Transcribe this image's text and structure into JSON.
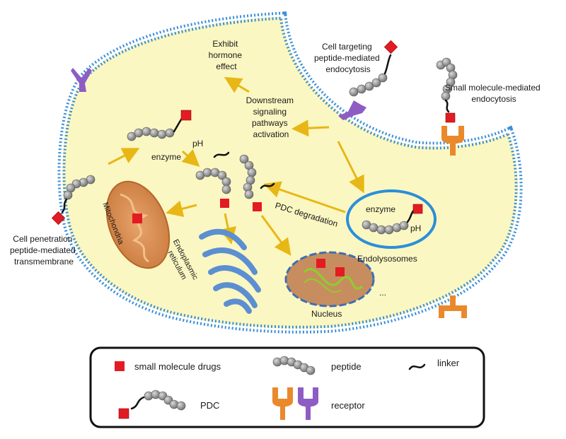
{
  "labels": {
    "hormone_effect": [
      "Exhibit",
      "hormone",
      "effect"
    ],
    "downstream": [
      "Downstream",
      "signaling",
      "pathways",
      "activation"
    ],
    "cell_targeting": [
      "Cell targeting",
      "peptide-mediated",
      "endocytosis"
    ],
    "small_molecule_endocytosis": [
      "Small molecule-mediated",
      "endocytosis"
    ],
    "enzyme_top": "enzyme",
    "ph_top": "pH",
    "pdc_degradation": "PDC degradation",
    "enzyme_endo": "enzyme",
    "ph_endo": "pH",
    "endolysosomes": "Endolysosomes",
    "cell_penetration": [
      "Cell penetration",
      "peptide-mediated",
      "transmembrane"
    ],
    "mitochondria": "Mitochondria",
    "er": [
      "Endoplasmic",
      "reticulum"
    ],
    "nucleus": "Nucleus",
    "ellipsis": "..."
  },
  "legend": {
    "small_molecule_drugs": "small molecule drugs",
    "peptide": "peptide",
    "linker": "linker",
    "pdc": "PDC",
    "receptor": "receptor"
  },
  "colors": {
    "cytoplasm": "#fbf7c2",
    "membrane": "#3b8fd9",
    "arrow": "#e8b715",
    "drug": "#e31b23",
    "peptide": "#8c8c8c",
    "receptor_orange": "#e9892c",
    "receptor_purple": "#8e5cc4",
    "mitochondria": "#e2975a",
    "er": "#5c8fd1",
    "nucleus": "#c88d5e",
    "dna": "#8ccf2e"
  }
}
